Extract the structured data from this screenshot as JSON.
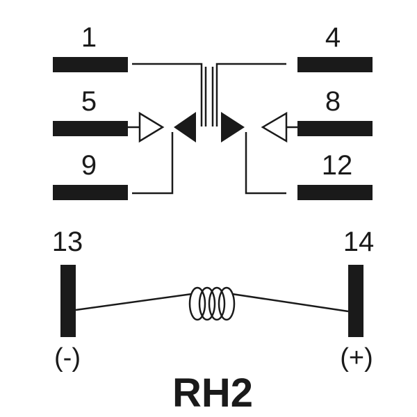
{
  "relay": {
    "model": "RH2",
    "pins": {
      "p1": "1",
      "p4": "4",
      "p5": "5",
      "p8": "8",
      "p9": "9",
      "p12": "12",
      "p13": "13",
      "p14": "14"
    },
    "coil": {
      "negative": "(-)",
      "positive": "(+)"
    }
  },
  "colors": {
    "ink": "#1a1a1a",
    "background": "#ffffff"
  }
}
